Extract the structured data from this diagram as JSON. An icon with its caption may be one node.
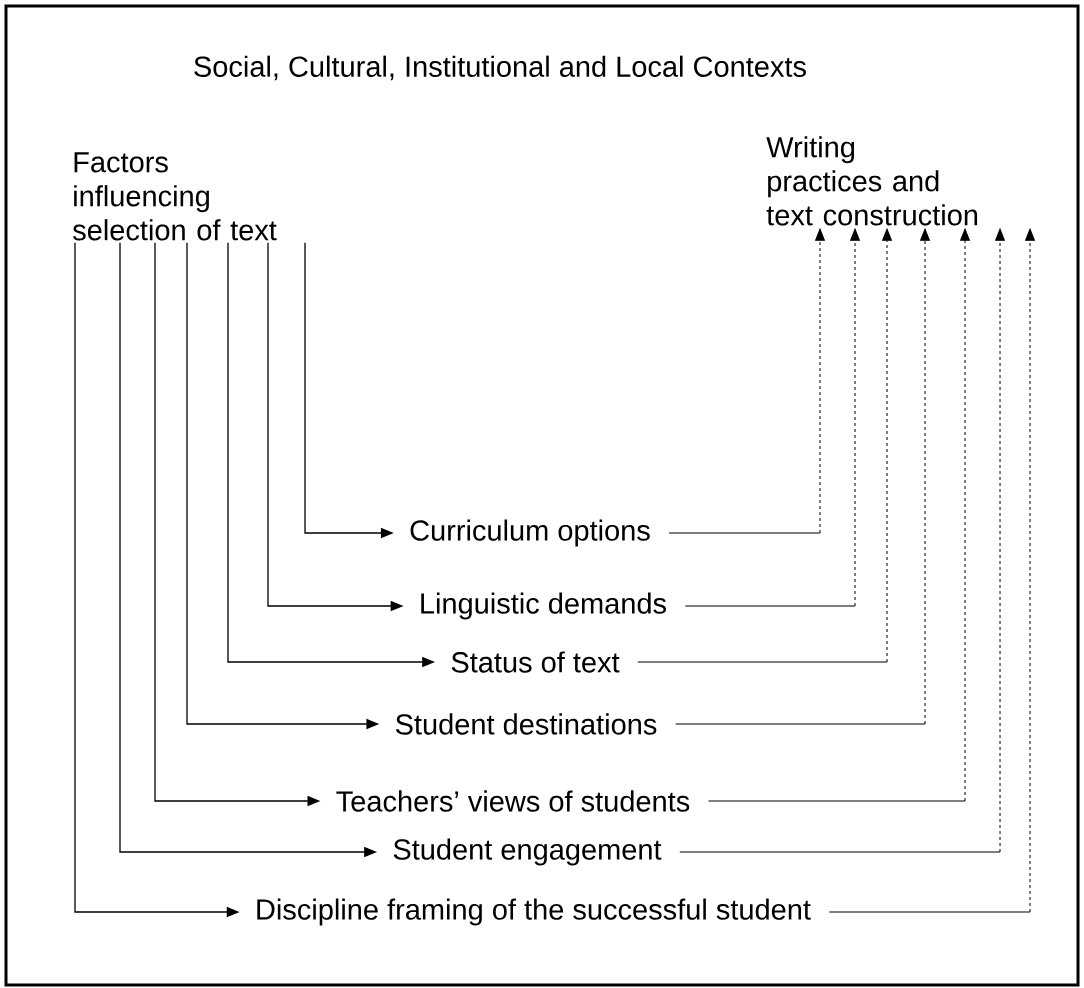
{
  "diagram": {
    "title": "Social, Cultural, Institutional and Local Contexts",
    "nodes": [
      {
        "text": [
          "Factors influencing selection of text"
        ]
      },
      {
        "text": [
          "Writing practices and text construction"
        ]
      },
      {
        "text": [
          "Curriculum options"
        ]
      },
      {
        "text": [
          "Linguistic demands"
        ]
      },
      {
        "text": [
          "Status of text"
        ]
      },
      {
        "text": [
          "Student destinations"
        ]
      },
      {
        "text": [
          "Teachers’ views of students"
        ]
      },
      {
        "text": [
          "Student engagement"
        ]
      },
      {
        "text": [
          "Discipline framing of the successful student"
        ]
      }
    ],
    "edges": [
      {
        "from": 0,
        "to": 2,
        "arrow": "to"
      },
      {
        "from": 0,
        "to": 3,
        "arrow": "to"
      },
      {
        "from": 0,
        "to": 4,
        "arrow": "to"
      },
      {
        "from": 0,
        "to": 5,
        "arrow": "to"
      },
      {
        "from": 0,
        "to": 6,
        "arrow": "to"
      },
      {
        "from": 0,
        "to": 7,
        "arrow": "to"
      },
      {
        "from": 0,
        "to": 8,
        "arrow": "to"
      },
      {
        "from": 2,
        "to": 1,
        "arrow": "to",
        "style": "dashed"
      },
      {
        "from": 3,
        "to": 1,
        "arrow": "to",
        "style": "dashed"
      },
      {
        "from": 4,
        "to": 1,
        "arrow": "to",
        "style": "dashed"
      },
      {
        "from": 5,
        "to": 1,
        "arrow": "to",
        "style": "dashed"
      },
      {
        "from": 6,
        "to": 1,
        "arrow": "to",
        "style": "dashed"
      },
      {
        "from": 7,
        "to": 1,
        "arrow": "to",
        "style": "dashed"
      },
      {
        "from": 8,
        "to": 1,
        "arrow": "to",
        "style": "dashed"
      }
    ]
  }
}
